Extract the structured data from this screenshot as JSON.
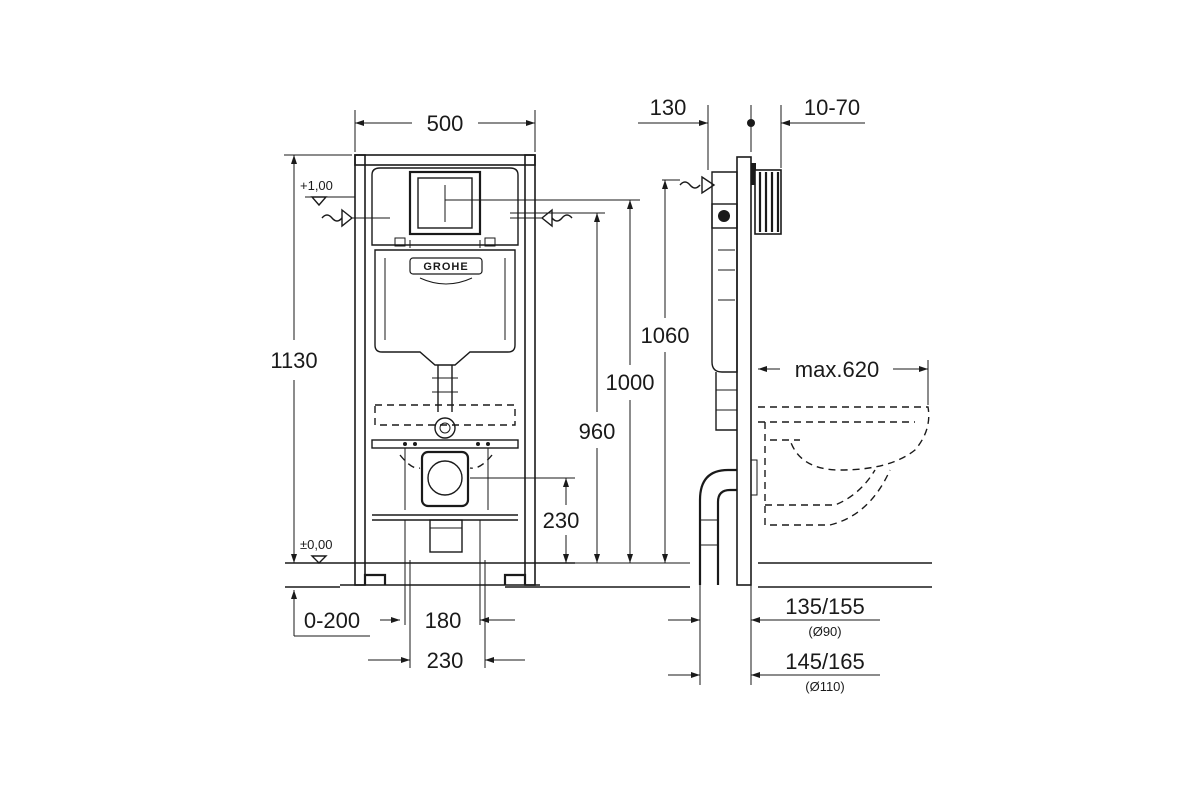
{
  "front_view": {
    "width_label": "500",
    "height_label": "1130",
    "top_level_label": "+1,00",
    "floor_level_label": "±0,00",
    "adjust_label": "0-200",
    "drain_width_inner_label": "180",
    "drain_width_outer_label": "230",
    "drain_height_label": "230",
    "inlet_height_label": "960",
    "plate_height_label": "1000",
    "frame_height_label": "1060",
    "brand_logo": "GROHE"
  },
  "side_view": {
    "depth_label": "130",
    "wall_range_label": "10-70",
    "bowl_projection_label": "max.620",
    "drain_offset_label_1": "135/155",
    "drain_diameter_label_1": "(Ø90)",
    "drain_offset_label_2": "145/165",
    "drain_diameter_label_2": "(Ø110)"
  },
  "icons": {
    "level_marker": "level-triangle-icon",
    "water_inlet": "water-inlet-arrow-icon"
  }
}
